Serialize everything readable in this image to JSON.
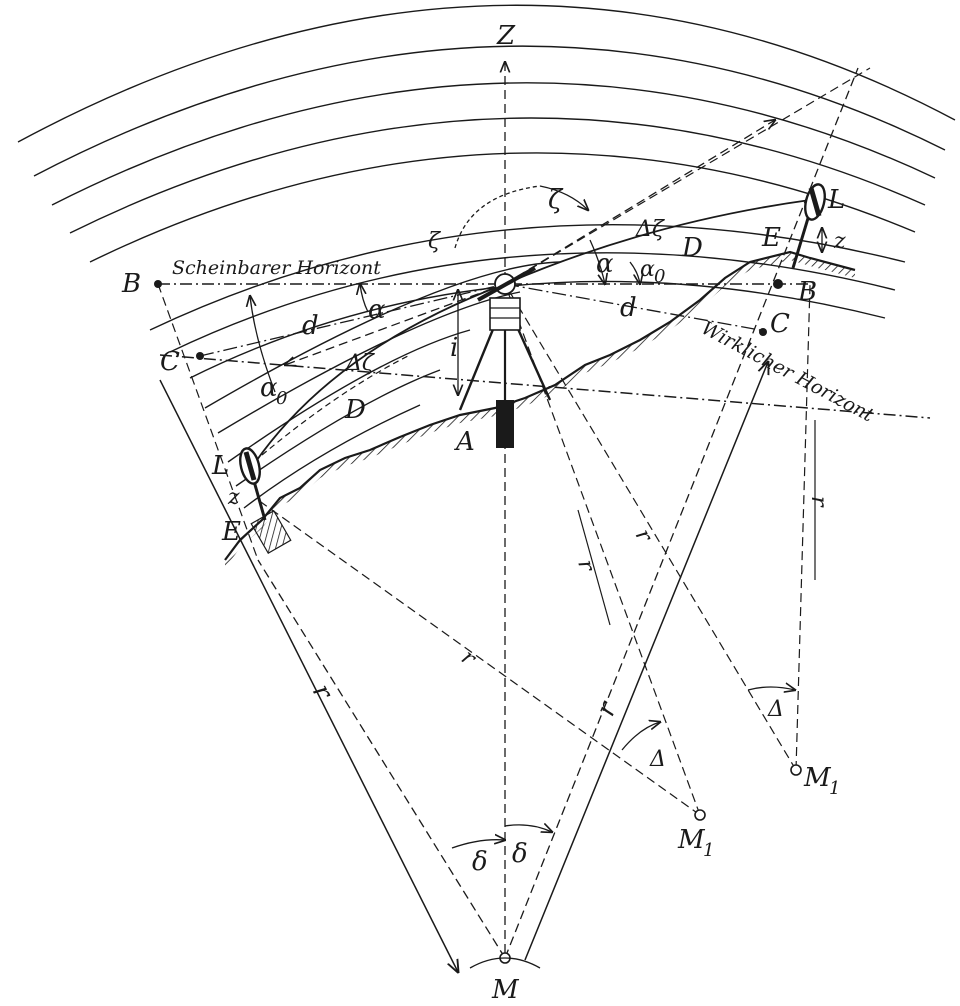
{
  "labels": {
    "zenith": "Z",
    "apparent_horizon": "Scheinbarer Horizont",
    "true_horizon": "Wirklicher Horizont",
    "point_b": "B",
    "point_c": "C",
    "point_l": "L",
    "point_e": "E",
    "point_a": "A",
    "point_m": "M",
    "point_m1": "M",
    "subscript_1": "1",
    "dist_d_upper": "D",
    "dist_d_lower": "d",
    "alpha": "α",
    "alpha0": "α",
    "subscript_0": "0",
    "zeta": "ζ",
    "delta_zeta": "Δζ",
    "height_i": "i",
    "height_z": "z",
    "radius_r": "r",
    "radius_r1": "r",
    "angle_delta_small": "δ",
    "angle_delta_big": "Δ"
  },
  "colors": {
    "ink": "#1a1a1a",
    "paper": "#ffffff"
  }
}
